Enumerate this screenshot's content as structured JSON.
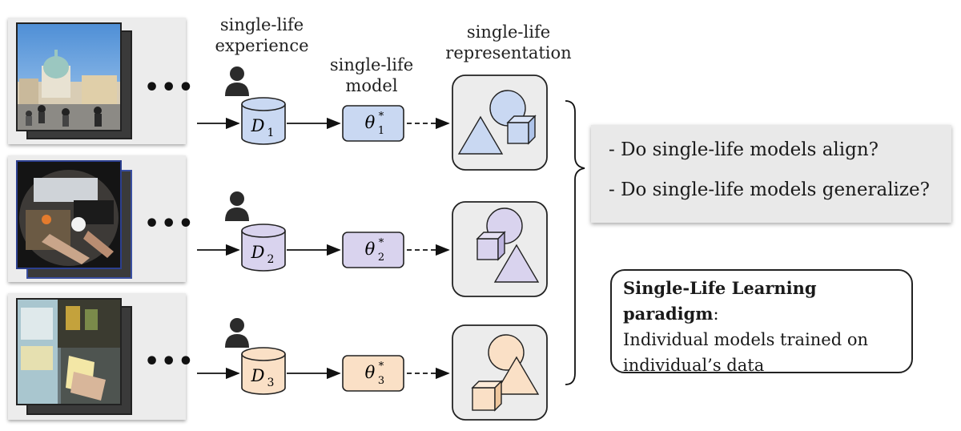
{
  "headers": {
    "experience": [
      "single-life",
      "experience"
    ],
    "model": [
      "single-life",
      "model"
    ],
    "representation": [
      "single-life",
      "representation"
    ]
  },
  "ellipsis": "•••",
  "rows": [
    {
      "dataset_base": "D",
      "dataset_sub": "1",
      "param_base": "θ",
      "param_sub": "1",
      "param_sup": "*",
      "color": "#c9d8f2",
      "dark": "#6f8ed3"
    },
    {
      "dataset_base": "D",
      "dataset_sub": "2",
      "param_base": "θ",
      "param_sub": "2",
      "param_sup": "*",
      "color": "#d9d3ee",
      "dark": "#8a7fc2"
    },
    {
      "dataset_base": "D",
      "dataset_sub": "3",
      "param_base": "θ",
      "param_sub": "3",
      "param_sup": "*",
      "color": "#fae0c6",
      "dark": "#d8a66f"
    }
  ],
  "questions": [
    "- Do single-life models align?",
    "- Do single-life models generalize?"
  ],
  "paradigm": {
    "title": "Single-Life Learning paradigm",
    "colon": ":",
    "line1": "Individual models trained on",
    "line2": "individual’s data"
  }
}
